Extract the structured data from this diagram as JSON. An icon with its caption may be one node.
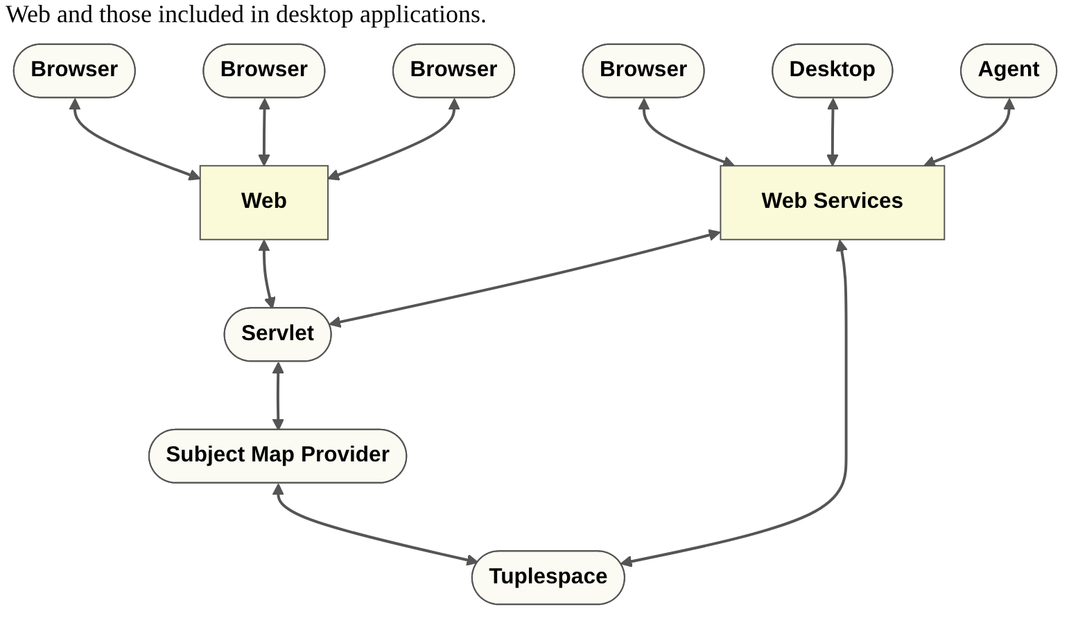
{
  "diagram": {
    "nodes": [
      {
        "text": [
          "Browser"
        ]
      },
      {
        "text": [
          "Browser"
        ]
      },
      {
        "text": [
          "Browser"
        ]
      },
      {
        "text": [
          "Browser"
        ]
      },
      {
        "text": [
          "Desktop"
        ]
      },
      {
        "text": [
          "Agent"
        ]
      },
      {
        "text": [
          "Web"
        ]
      },
      {
        "text": [
          "Web Services"
        ]
      },
      {
        "text": [
          "Servlet"
        ]
      },
      {
        "text": [
          "Subject Map Provider"
        ]
      },
      {
        "text": [
          "Tuplespace"
        ]
      }
    ],
    "edges": [
      {
        "from": 0,
        "to": 6,
        "arrow": "both"
      },
      {
        "from": 1,
        "to": 6,
        "arrow": "both"
      },
      {
        "from": 2,
        "to": 6,
        "arrow": "both"
      },
      {
        "from": 3,
        "to": 7,
        "arrow": "both"
      },
      {
        "from": 4,
        "to": 7,
        "arrow": "both"
      },
      {
        "from": 5,
        "to": 7,
        "arrow": "both"
      },
      {
        "from": 6,
        "to": 8,
        "arrow": "both"
      },
      {
        "from": 7,
        "to": 8,
        "arrow": "both"
      },
      {
        "from": 7,
        "to": 10,
        "arrow": "both"
      },
      {
        "from": 8,
        "to": 9,
        "arrow": "both"
      },
      {
        "from": 9,
        "to": 10,
        "arrow": "both"
      }
    ],
    "labels": [
      "Web and those included in desktop applications."
    ]
  }
}
